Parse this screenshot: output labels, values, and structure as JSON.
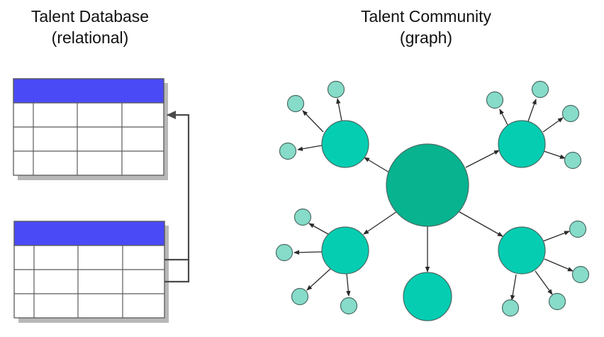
{
  "left_title": {
    "line1": "Talent Database",
    "line2": "(relational)"
  },
  "right_title": {
    "line1": "Talent Community",
    "line2": "(graph)"
  },
  "colors": {
    "table_header": "#4a4af7",
    "table_line": "#5a5a5a",
    "table_shadow": "#b8b8b8",
    "hub_fill": "#08b38f",
    "mid_fill": "#05cdb1",
    "leaf_fill": "#86dcc9",
    "node_stroke": "#4a6a64",
    "edge": "#2a2a2a"
  }
}
